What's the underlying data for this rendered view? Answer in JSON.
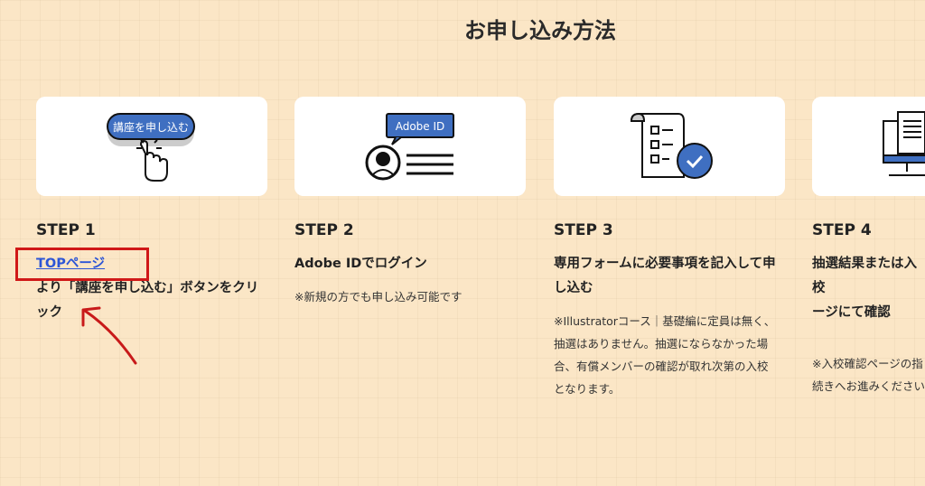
{
  "page_title": "お申し込み方法",
  "steps": [
    {
      "label": "STEP 1",
      "link": "TOPページ",
      "main_lines": [
        "より「講座を申し込む」ボタンをクリ",
        "ック"
      ],
      "button_text": "講座を申し込む"
    },
    {
      "label": "STEP 2",
      "main_lines": [
        "Adobe IDでログイン"
      ],
      "note_lines": [
        "※新規の方でも申し込み可能です"
      ],
      "badge_text": "Adobe ID"
    },
    {
      "label": "STEP 3",
      "main_lines": [
        "専用フォームに必要事項を記入して申",
        "し込む"
      ],
      "note_lines": [
        "※Illustratorコース｜基礎編に定員は無く、",
        "抽選はありません。抽選にならなかった場",
        "合、有償メンバーの確認が取れ次第の入校",
        "となります。"
      ]
    },
    {
      "label": "STEP 4",
      "main_lines": [
        "抽選結果または入校",
        "ージにて確認"
      ],
      "note_lines": [
        "※入校確認ページの指",
        "続きへお進みください"
      ]
    }
  ],
  "colors": {
    "accent_blue": "#3f6fc1",
    "annotation_red": "#d01818",
    "link": "#2c55d6"
  }
}
